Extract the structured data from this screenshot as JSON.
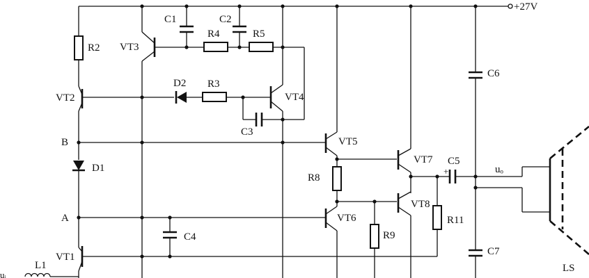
{
  "supply": {
    "label": "+27V"
  },
  "nodes": {
    "b": "B",
    "a": "A"
  },
  "transistors": {
    "vt1": "VT1",
    "vt2": "VT2",
    "vt3": "VT3",
    "vt4": "VT4",
    "vt5": "VT5",
    "vt6": "VT6",
    "vt7": "VT7",
    "vt8": "VT8"
  },
  "resistors": {
    "r2": "R2",
    "r3": "R3",
    "r4": "R4",
    "r5": "R5",
    "r8": "R8",
    "r9": "R9",
    "r11": "R11"
  },
  "capacitors": {
    "c1": "C1",
    "c2": "C2",
    "c3": "C3",
    "c4": "C4",
    "c5": "C5",
    "c6": "C6",
    "c7": "C7"
  },
  "diodes": {
    "d1": "D1",
    "d2": "D2"
  },
  "inductor": {
    "l1": "L1"
  },
  "output": {
    "uo": "uₒ",
    "c5_polarity": "+"
  },
  "speaker": {
    "ls": "LS"
  },
  "input": {
    "ui": "uᵢ"
  }
}
